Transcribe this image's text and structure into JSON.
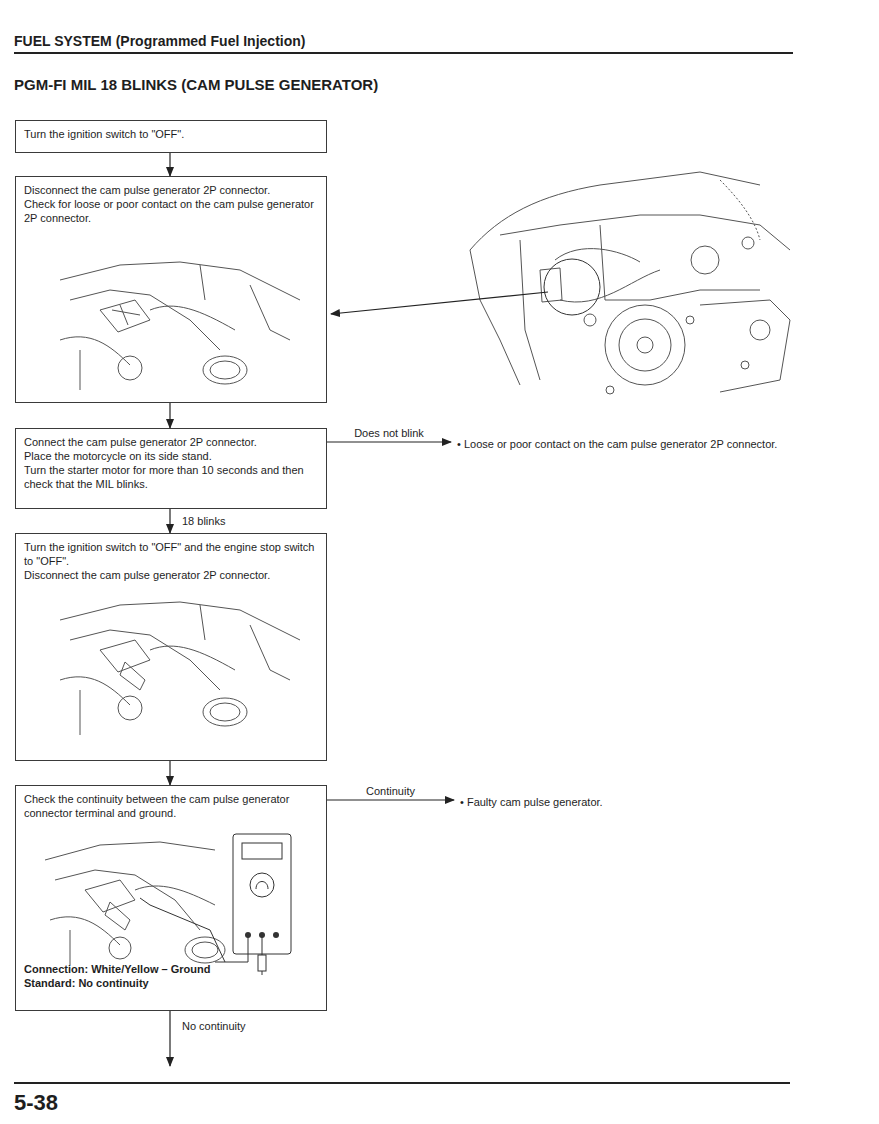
{
  "diagram": {
    "title": "PGM-FI MIL 18 BLINKS (CAM PULSE GENERATOR)",
    "nodes": [
      {
        "text": [
          "Turn the ignition switch to \"OFF\"."
        ]
      },
      {
        "text": [
          "Disconnect the cam pulse generator 2P connector.",
          "Check for loose or poor contact on the cam pulse generator 2P connector."
        ]
      },
      {
        "text": [
          "Connect the cam pulse generator 2P connector.",
          "Place the motorcycle on its side stand.",
          "Turn the starter motor for more than 10 seconds and then check that the MIL blinks."
        ]
      },
      {
        "text": [
          "• Loose or poor contact on the cam pulse generator 2P connector."
        ]
      },
      {
        "text": [
          "Turn the ignition switch to \"OFF\" and the engine stop switch to \"OFF\".",
          "Disconnect the cam pulse generator 2P connector."
        ]
      },
      {
        "text": [
          "Check the continuity between the cam pulse generator connector terminal and ground.",
          "Connection: White/Yellow – Ground",
          "Standard: No continuity"
        ]
      },
      {
        "text": [
          "• Faulty cam pulse generator."
        ]
      }
    ],
    "edges": [
      {
        "from": 0,
        "to": 1,
        "arrow": "to"
      },
      {
        "from": 1,
        "to": 2,
        "arrow": "to"
      },
      {
        "from": 2,
        "to": 3,
        "label": "Does not blink",
        "arrow": "to"
      },
      {
        "from": 2,
        "to": 4,
        "label": "18 blinks",
        "arrow": "to"
      },
      {
        "from": 4,
        "to": 5,
        "arrow": "to"
      },
      {
        "from": 5,
        "to": 6,
        "label": "Continuity",
        "arrow": "to"
      }
    ],
    "labels": [
      "FUEL SYSTEM (Programmed Fuel Injection)",
      "No continuity",
      "5-38"
    ]
  }
}
